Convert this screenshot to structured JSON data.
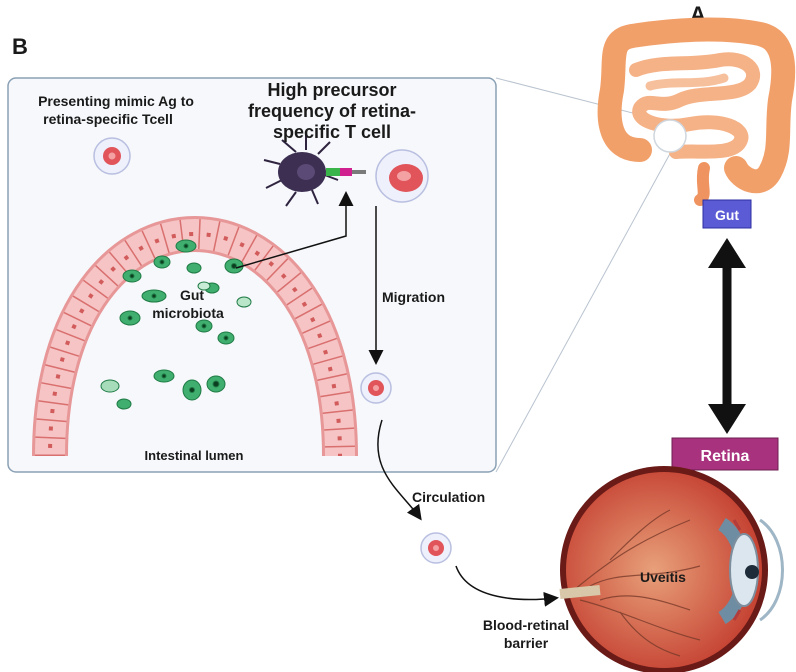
{
  "panels": {
    "a": "A",
    "b": "B"
  },
  "panel_b": {
    "presenting_line1": "Presenting mimic Ag to",
    "presenting_line2": "retina-specific Tcell",
    "precursor_line1": "High precursor",
    "precursor_line2": "frequency of retina-",
    "precursor_line3": "specific T cell",
    "gut_microbiota_line1": "Gut",
    "gut_microbiota_line2": "microbiota",
    "migration": "Migration",
    "intestinal_lumen": "Intestinal lumen"
  },
  "panel_a": {
    "gut_label": "Gut",
    "retina_label": "Retina",
    "circulation": "Circulation",
    "uveitis": "Uveitis",
    "barrier_line1": "Blood-retinal",
    "barrier_line2": "barrier"
  },
  "colors": {
    "gut_box": "#5b5bd6",
    "retina_box": "#a8327e",
    "intestine": "#f2a06a",
    "epithelium": "#f2b3b3",
    "microbe": "#3fae6e",
    "panel_bg": "#f6f8fb"
  }
}
